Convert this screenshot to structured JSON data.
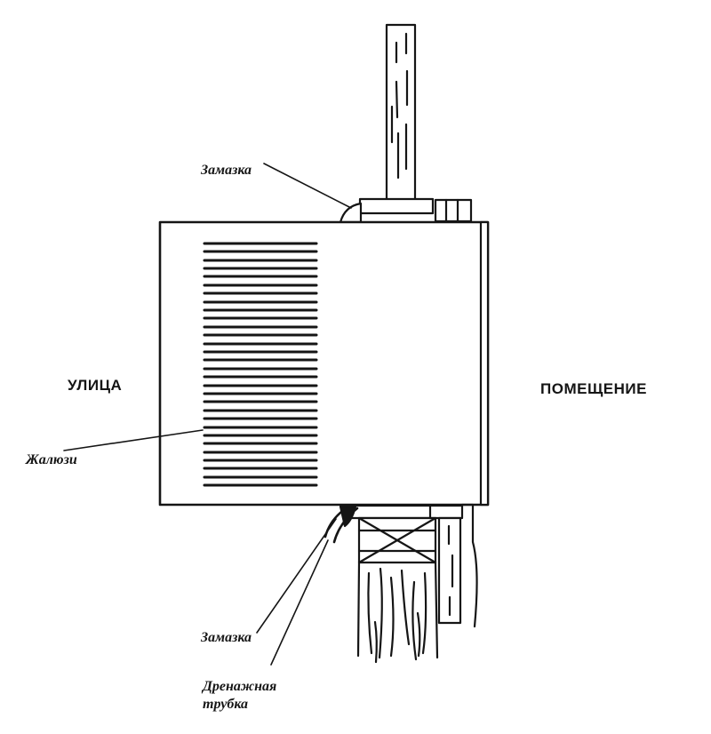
{
  "labels": {
    "outside": "УЛИЦА",
    "inside": "ПОМЕЩЕНИЕ",
    "putty_top": "Замазка",
    "louvers": "Жалюзи",
    "putty_bottom": "Замазка",
    "drain_line1": "Дренажная",
    "drain_line2": "трубка"
  },
  "colors": {
    "ink": "#151515",
    "background": "#ffffff"
  }
}
